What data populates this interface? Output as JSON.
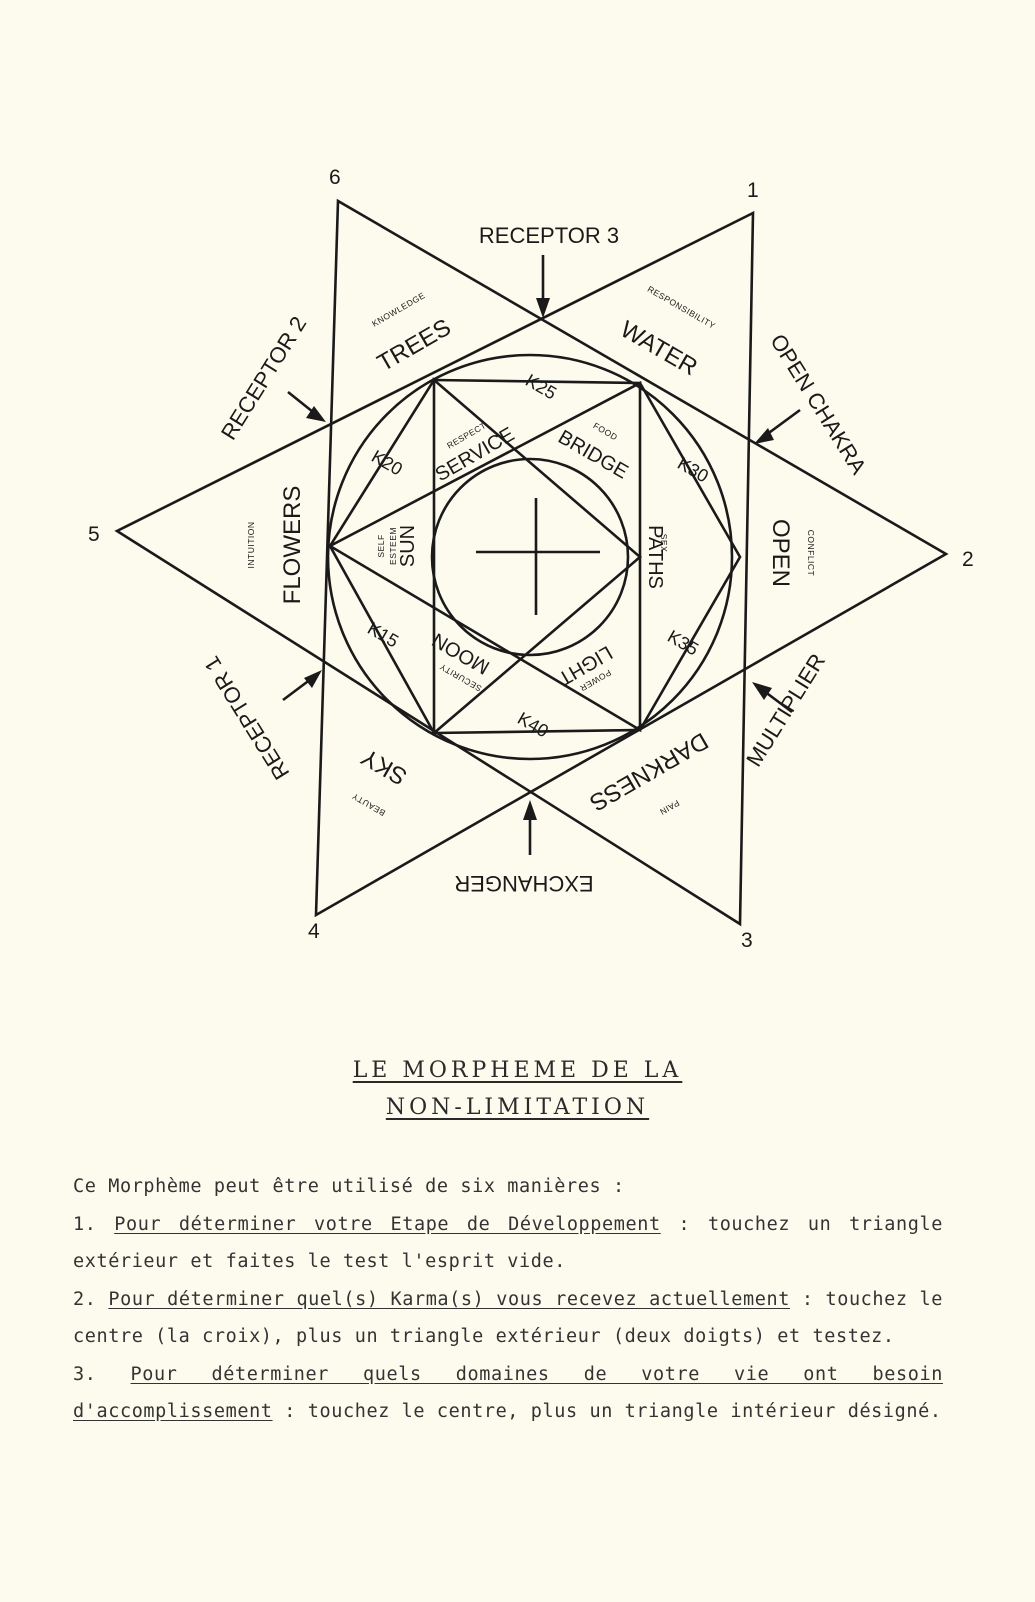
{
  "diagram": {
    "vertex_numbers": [
      "1",
      "2",
      "3",
      "4",
      "5",
      "6"
    ],
    "outer_labels": {
      "receptor3": "RECEPTOR 3",
      "open_chakra": "OPEN CHAKRA",
      "multiplier": "MULTIPLIER",
      "exchanger": "EXCHANGER",
      "receptor1": "RECEPTOR 1",
      "receptor2": "RECEPTOR 2"
    },
    "outer_triangles": [
      {
        "main": "WATER",
        "sub": "RESPONSIBILITY"
      },
      {
        "main": "OPEN",
        "sub": "CONFLICT"
      },
      {
        "main": "DARKNESS",
        "sub": "PAIN"
      },
      {
        "main": "SKY",
        "sub": "BEAUTY"
      },
      {
        "main": "FLOWERS",
        "sub": "INTUITION"
      },
      {
        "main": "TREES",
        "sub": "KNOWLEDGE"
      }
    ],
    "k_cells": [
      "K25",
      "K30",
      "K35",
      "K40",
      "K15",
      "K20"
    ],
    "inner_triangles": [
      {
        "main": "BRIDGE",
        "sub": "FOOD"
      },
      {
        "main": "PATHS",
        "sub": "SEX"
      },
      {
        "main": "LIGHT",
        "sub": "POWER"
      },
      {
        "main": "MOON",
        "sub": "SECURITY"
      },
      {
        "main": "SUN",
        "sub": "SELF",
        "sub2": "ESTEEM"
      },
      {
        "main": "SERVICE",
        "sub": "RESPECT"
      }
    ]
  },
  "title": {
    "line1": "LE MORPHEME DE LA",
    "line2": "NON-LIMITATION"
  },
  "body": {
    "intro": "Ce Morphème peut être utilisé de six manières :",
    "items": [
      {
        "num": "1.",
        "underlined": "Pour déterminer votre Etape de Développement",
        "rest": " : touchez un triangle extérieur et faites le test l'esprit vide."
      },
      {
        "num": "2.",
        "underlined": "Pour déterminer quel(s) Karma(s) vous recevez actuellement",
        "rest": " : touchez le centre (la croix), plus un triangle extérieur (deux doigts) et testez."
      },
      {
        "num": "3.",
        "underlined": "Pour déterminer quels domaines de votre vie ont besoin d'accomplissement",
        "rest": " : touchez le centre, plus un triangle intérieur désigné."
      }
    ]
  }
}
